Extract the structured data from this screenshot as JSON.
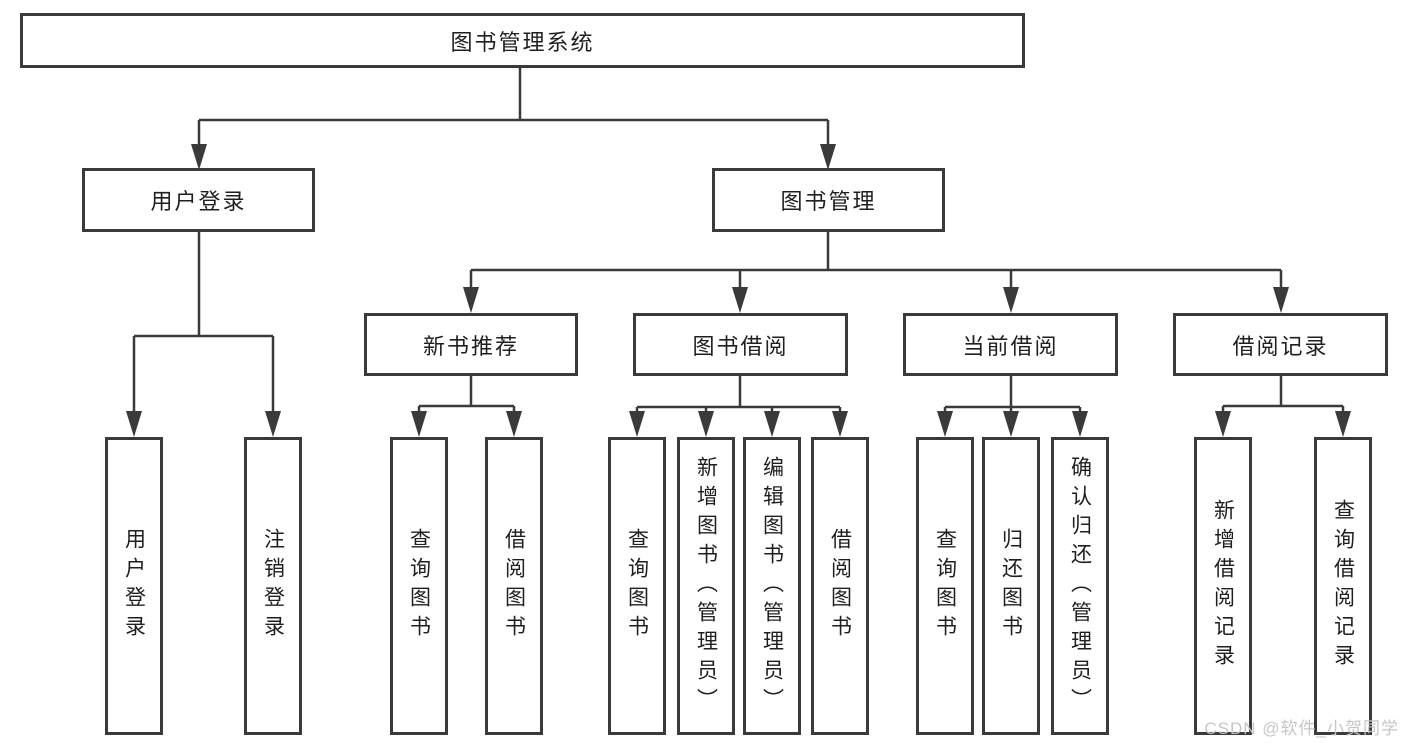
{
  "tree": {
    "root": {
      "label": "图书管理系统"
    },
    "level2": [
      {
        "label": "用户登录",
        "leaves": [
          {
            "label": "用户登录"
          },
          {
            "label": "注销登录"
          }
        ]
      },
      {
        "label": "图书管理",
        "children": [
          {
            "label": "新书推荐",
            "leaves": [
              {
                "label": "查询图书"
              },
              {
                "label": "借阅图书"
              }
            ]
          },
          {
            "label": "图书借阅",
            "leaves": [
              {
                "label": "查询图书"
              },
              {
                "label": "新增图书（管理员）"
              },
              {
                "label": "编辑图书（管理员）"
              },
              {
                "label": "借阅图书"
              }
            ]
          },
          {
            "label": "当前借阅",
            "leaves": [
              {
                "label": "查询图书"
              },
              {
                "label": "归还图书"
              },
              {
                "label": "确认归还（管理员）"
              }
            ]
          },
          {
            "label": "借阅记录",
            "leaves": [
              {
                "label": "新增借阅记录"
              },
              {
                "label": "查询借阅记录"
              }
            ]
          }
        ]
      }
    ]
  },
  "watermark": {
    "text": "CSDN @软件_小贺同学"
  },
  "colors": {
    "line": "#3a3a3a",
    "text": "#1f1f1f",
    "watermark": "#c6c6c6",
    "bg": "#ffffff"
  }
}
